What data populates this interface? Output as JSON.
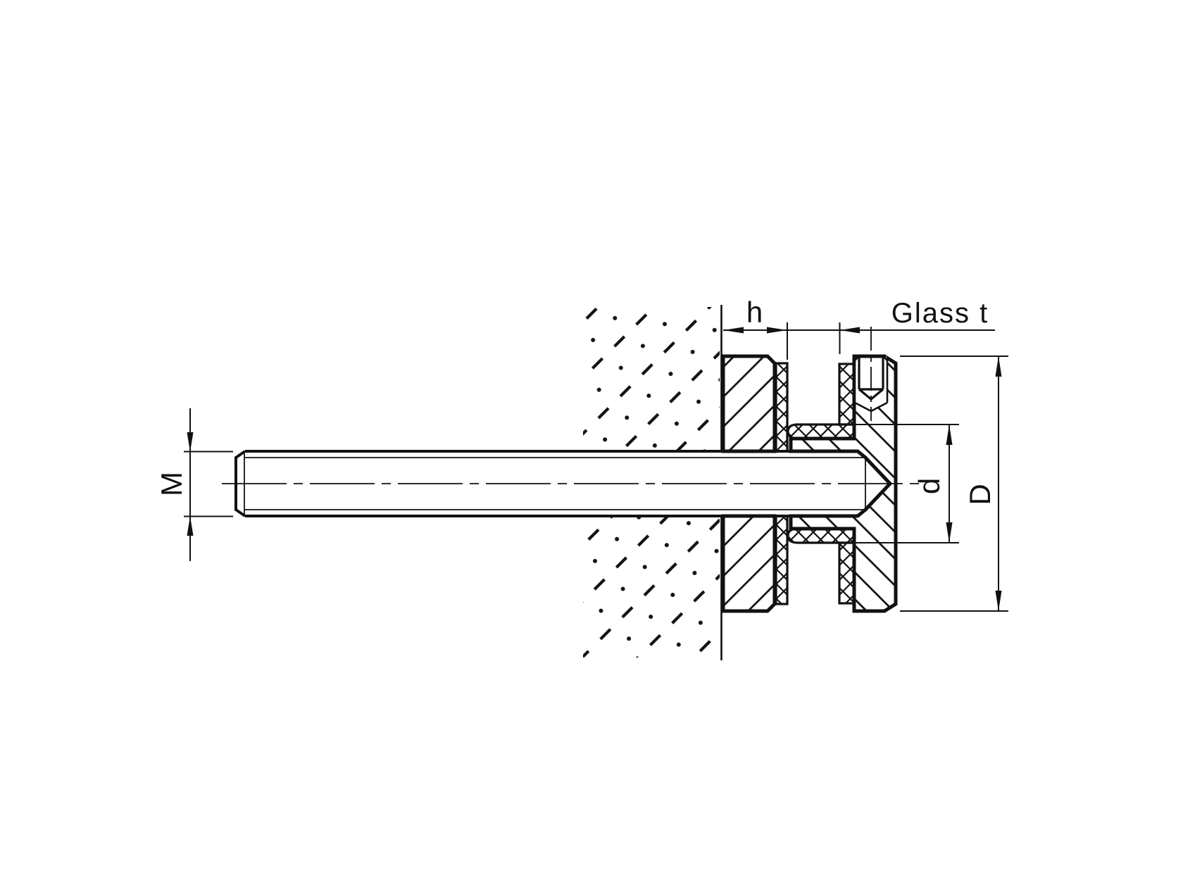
{
  "drawing": {
    "type": "technical-section-drawing",
    "subject": "glass standoff adapter wall mount cross-section",
    "background_color": "#ffffff",
    "line_color": "#111111",
    "dimension_labels": {
      "thread_size": "M",
      "standoff_height": "h",
      "glass_thickness": "Glass t",
      "inner_diameter": "d",
      "outer_diameter": "D"
    }
  }
}
